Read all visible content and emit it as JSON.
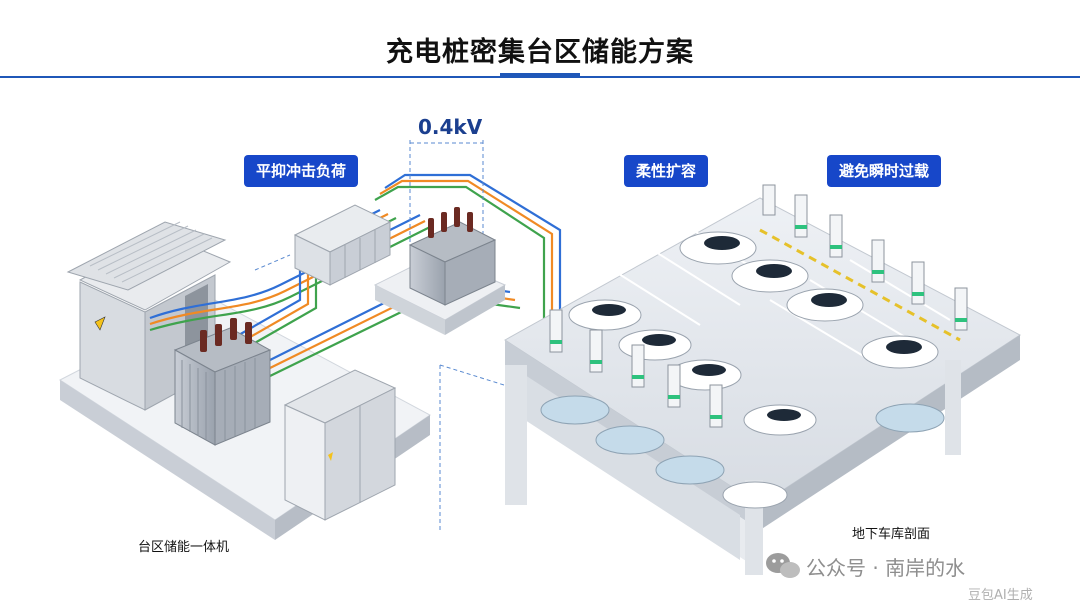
{
  "title": "充电桩密集台区储能方案",
  "labels": {
    "voltage": "0.4kV",
    "tag_peak": "平抑冲击负荷",
    "tag_flexible": "柔性扩容",
    "tag_overload": "避免瞬时过载",
    "caption_storage": "台区储能一体机",
    "caption_garage": "地下车库剖面"
  },
  "watermark": {
    "text": "公众号 · 南岸的水",
    "subtext": "豆包AI生成",
    "icon": "wechat-icon"
  },
  "colors": {
    "accent": "#1f57b8",
    "tag_bg": "#1747c9",
    "cable_blue": "#2f6fd6",
    "cable_orange": "#f08a24",
    "cable_green": "#3fa34d",
    "charger_green": "#2ec27e"
  }
}
